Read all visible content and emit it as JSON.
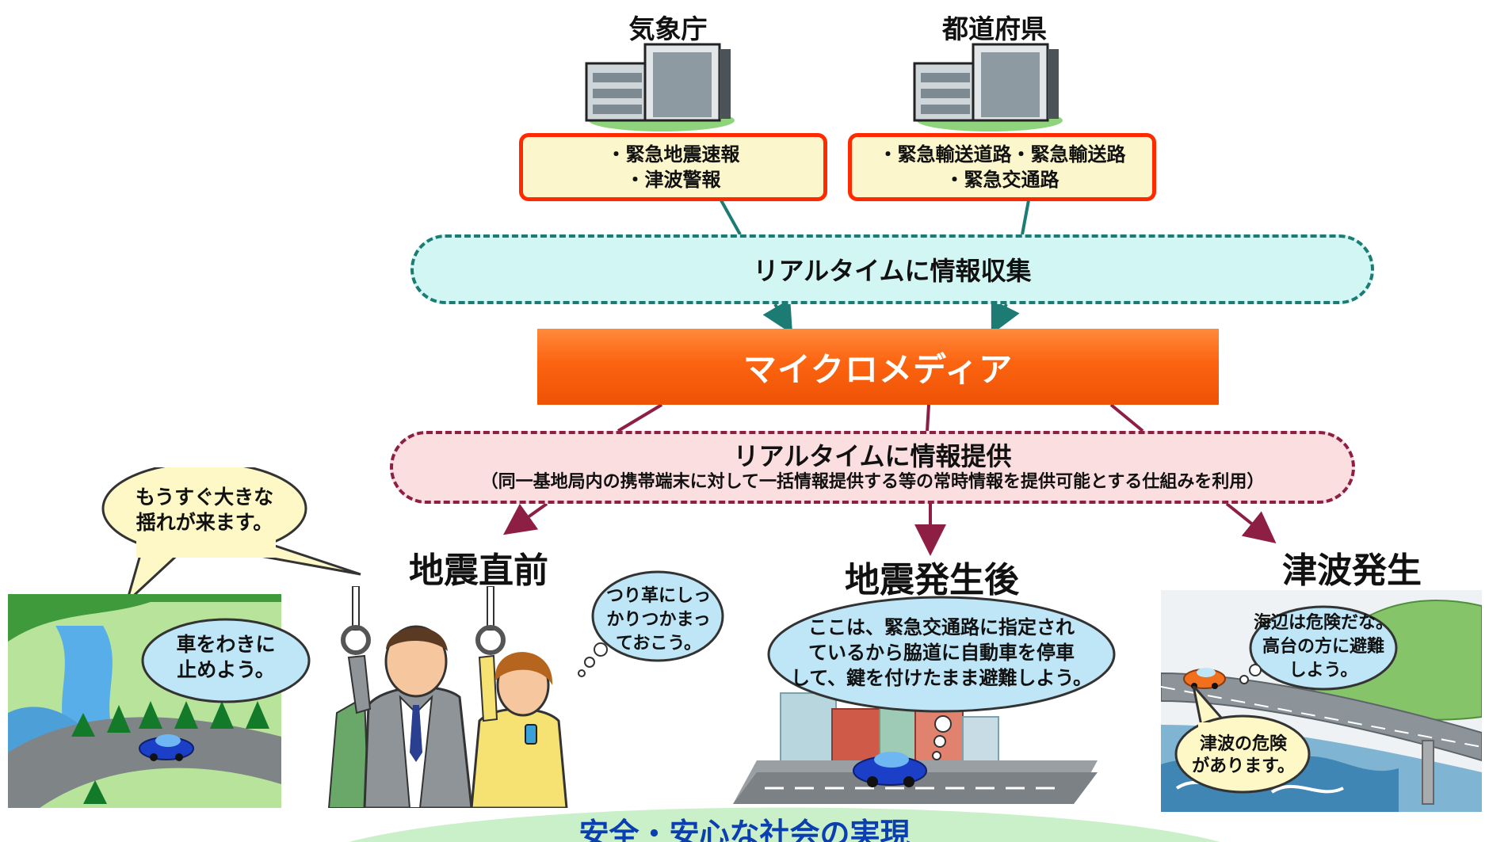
{
  "sources": {
    "jma": {
      "title": "気象庁",
      "items": [
        "・緊急地震速報",
        "・津波警報"
      ]
    },
    "prefecture": {
      "title": "都道府県",
      "items": [
        "・緊急輸送道路・緊急輸送路",
        "・緊急交通路"
      ]
    }
  },
  "collect_label": "リアルタイムに情報収集",
  "micromedia_label": "マイクロメディア",
  "provide": {
    "title": "リアルタイムに情報提供",
    "subtitle": "（同一基地局内の携帯端末に対して一括情報提供する等の常時情報を提供可能とする仕組みを利用）"
  },
  "scenes": {
    "before_quake": {
      "title": "地震直前",
      "speech_announce": [
        "もうすぐ大きな",
        "揺れが来ます。"
      ],
      "thought_driver": [
        "車をわきに",
        "止めよう。"
      ],
      "thought_train": [
        "つり革にしっ",
        "かりつかまっ",
        "ておこう。"
      ]
    },
    "after_quake": {
      "title": "地震発生後",
      "thought_driver": [
        "ここは、緊急交通路に指定され",
        "ているから脇道に自動車を停車",
        "して、鍵を付けたまま避難しよう。"
      ]
    },
    "tsunami": {
      "title": "津波発生",
      "thought_driver": [
        "海辺は危険だな。",
        "高台の方に避難",
        "しよう。"
      ],
      "notice": [
        "津波の危険",
        "があります。"
      ]
    }
  },
  "bottom_label": "安全・安心な社会の実現",
  "colors": {
    "source_border": "#ff2a00",
    "source_fill": "#fbf6cc",
    "collect_border": "#1c7c74",
    "collect_fill": "#d2f6f3",
    "micromedia": "#f15a0a",
    "provide_border": "#8e1f44",
    "provide_fill": "#fbdedf",
    "bottom_text": "#0b3fb0"
  }
}
